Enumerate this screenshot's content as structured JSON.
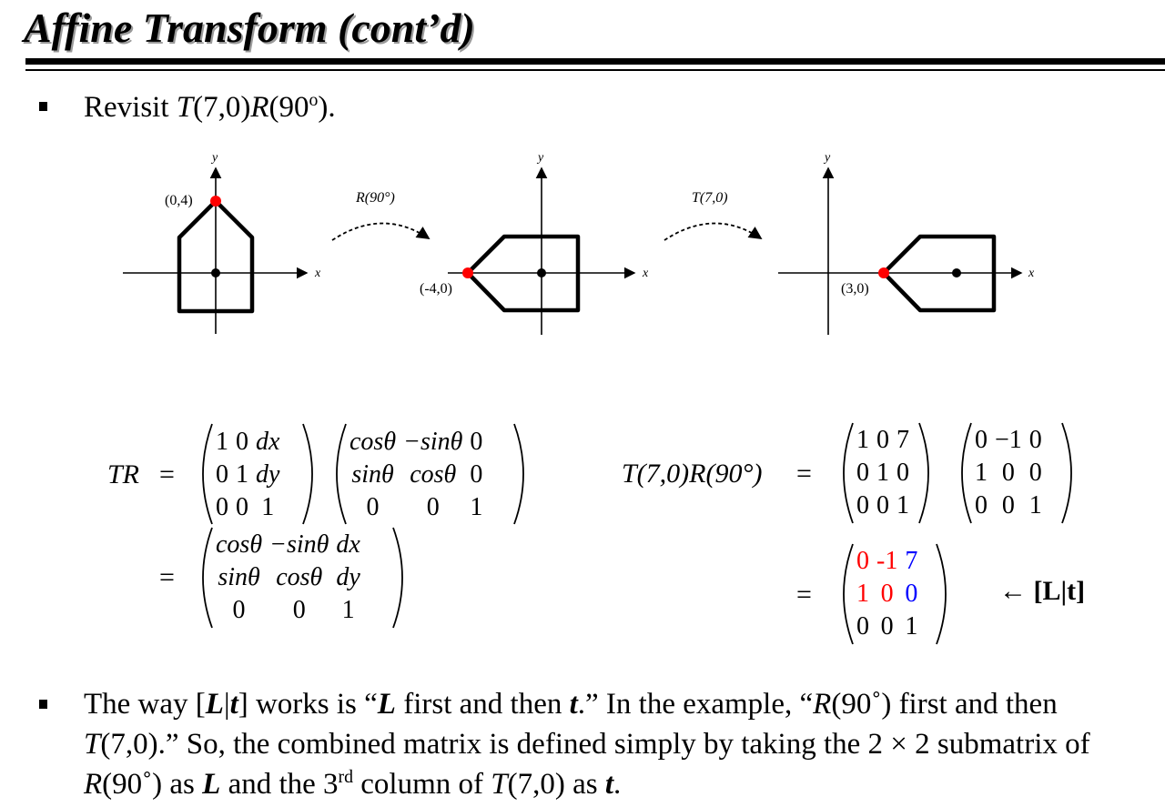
{
  "title": "Affine Transform (cont’d)",
  "bullet1": {
    "pre": "Revisit ",
    "T": "T",
    "t_args": "(7,0)",
    "R": "R",
    "r_args": "(90",
    "deg": "o",
    "end": ")."
  },
  "diagram": {
    "axis_x": "x",
    "axis_y": "y",
    "panel1_point": "(0,4)",
    "panel2_point": "(-4,0)",
    "panel3_point": "(3,0)",
    "arrow1_label": "R(90°)",
    "arrow2_label": "T(7,0)",
    "colors": {
      "highlight": "#ff0000",
      "shape": "#000000"
    }
  },
  "eq_left": {
    "lhs": "TR",
    "eq": "=",
    "m1": [
      [
        "1",
        "0",
        "dx"
      ],
      [
        "0",
        "1",
        "dy"
      ],
      [
        "0",
        "0",
        "1"
      ]
    ],
    "m2": [
      [
        "cosθ",
        "−sinθ",
        "0"
      ],
      [
        "sinθ",
        "cosθ",
        "0"
      ],
      [
        "0",
        "0",
        "1"
      ]
    ],
    "eq2": "=",
    "m3": [
      [
        "cosθ",
        "−sinθ",
        "dx"
      ],
      [
        "sinθ",
        "cosθ",
        "dy"
      ],
      [
        "0",
        "0",
        "1"
      ]
    ]
  },
  "eq_right": {
    "lhs": "T(7,0)R(90°)",
    "eq": "=",
    "m1": [
      [
        "1",
        "0",
        "7"
      ],
      [
        "0",
        "1",
        "0"
      ],
      [
        "0",
        "0",
        "1"
      ]
    ],
    "m2": [
      [
        "0",
        "−1",
        "0"
      ],
      [
        "1",
        "0",
        "0"
      ],
      [
        "0",
        "0",
        "1"
      ]
    ],
    "eq2": "=",
    "m3": [
      [
        "0",
        "-1",
        "7"
      ],
      [
        "1",
        "0",
        "0"
      ],
      [
        "0",
        "0",
        "1"
      ]
    ],
    "arrow_label": "← [L|t]"
  },
  "bullet2": {
    "s1": "The way [",
    "L": "L",
    "bar": "|",
    "t": "t",
    "s2": "] works is “",
    "L2": "L",
    "s3": " first and then ",
    "t2": "t",
    "s4": ".” In the example, “",
    "R1": "R",
    "s5": "(90",
    "deg1": "˚",
    "s6": ") first and then ",
    "T1": "T",
    "s7": "(7,0).” So, the combined matrix is defined simply by taking the 2 × 2 submatrix of ",
    "R2": "R",
    "s8": "(90",
    "deg2": "˚",
    "s9": ") as ",
    "L3": "L",
    "s10": " and the 3",
    "rd": "rd",
    "s11": " column of ",
    "T2": "T",
    "s12": "(7,0) as ",
    "t3": "t",
    "s13": "."
  }
}
